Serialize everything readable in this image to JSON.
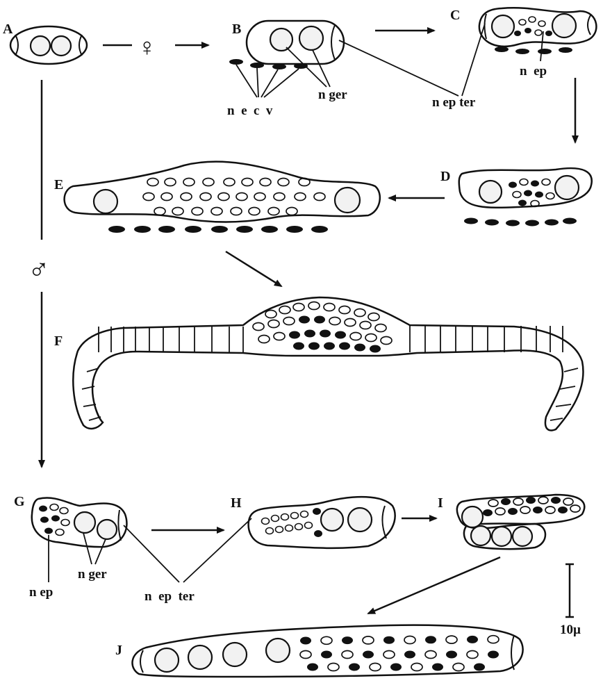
{
  "stages": [
    {
      "id": "A",
      "label": "A"
    },
    {
      "id": "B",
      "label": "B"
    },
    {
      "id": "C",
      "label": "C"
    },
    {
      "id": "D",
      "label": "D"
    },
    {
      "id": "E",
      "label": "E"
    },
    {
      "id": "F",
      "label": "F"
    },
    {
      "id": "G",
      "label": "G"
    },
    {
      "id": "H",
      "label": "H"
    },
    {
      "id": "I",
      "label": "I"
    },
    {
      "id": "J",
      "label": "J"
    }
  ],
  "symbols": {
    "female": "♀",
    "male": "♂"
  },
  "annotations": {
    "n_e_c_v": "n  e  c  v",
    "n_ger_b": "n ger",
    "n_ep_ter_c": "n ep ter",
    "n_ep_c": "n  ep",
    "n_ep_g": "n ep",
    "n_ger_g": "n ger",
    "n_ep_ter_g": "n  ep  ter"
  },
  "scale_bar": {
    "label": "10µ"
  },
  "colors": {
    "ink": "#111111",
    "paper": "#ffffff",
    "nucleus_fill": "#f2f2f2"
  }
}
